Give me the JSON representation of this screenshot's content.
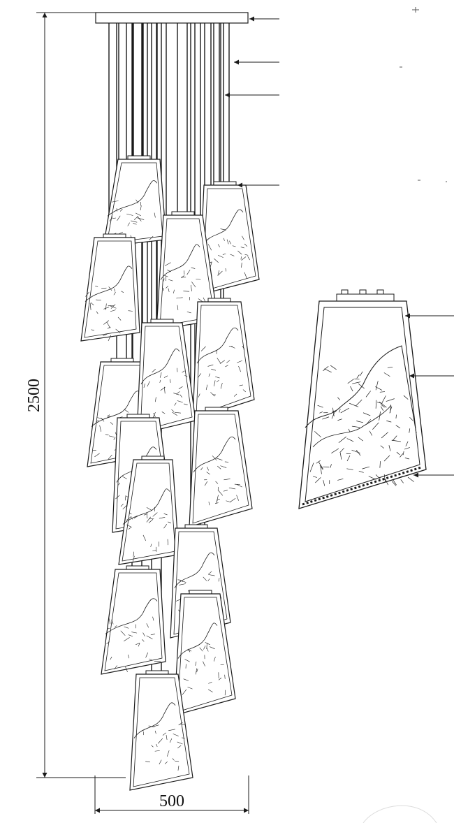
{
  "dimensions": {
    "height_label": "2500",
    "width_label": "500"
  },
  "pendant_count": 14,
  "detail_view": {
    "callout_count": 3,
    "cap_bulb_count": 3
  },
  "main_callout_count": 4,
  "colors": {
    "line": "#1a1a1a",
    "background": "#ffffff"
  }
}
